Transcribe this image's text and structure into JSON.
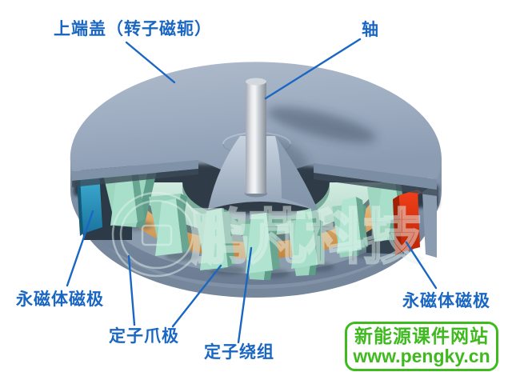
{
  "labels": {
    "top_cover": "上端盖（转子磁轭）",
    "shaft": "轴",
    "left_magnet": "永磁体磁极",
    "right_magnet": "永磁体磁极",
    "claw_pole": "定子爪极",
    "winding": "定子绕组"
  },
  "watermark": {
    "text": "鹏芃科技"
  },
  "badge": {
    "line1": "新能源课件网站",
    "line2": "www.pengky.cn"
  },
  "colors": {
    "background": "#ffffff",
    "label_blue": "#1a67c3",
    "badge_green": "#3fba1e",
    "cover_blue_gray": "#9dacc0",
    "claw_teal": "#9ed6c0",
    "winding_orange": "#dfa263",
    "magnet_blue_left": "#2391bd",
    "magnet_red_right": "#e23210",
    "shaft_gray": "#d8dce0"
  }
}
